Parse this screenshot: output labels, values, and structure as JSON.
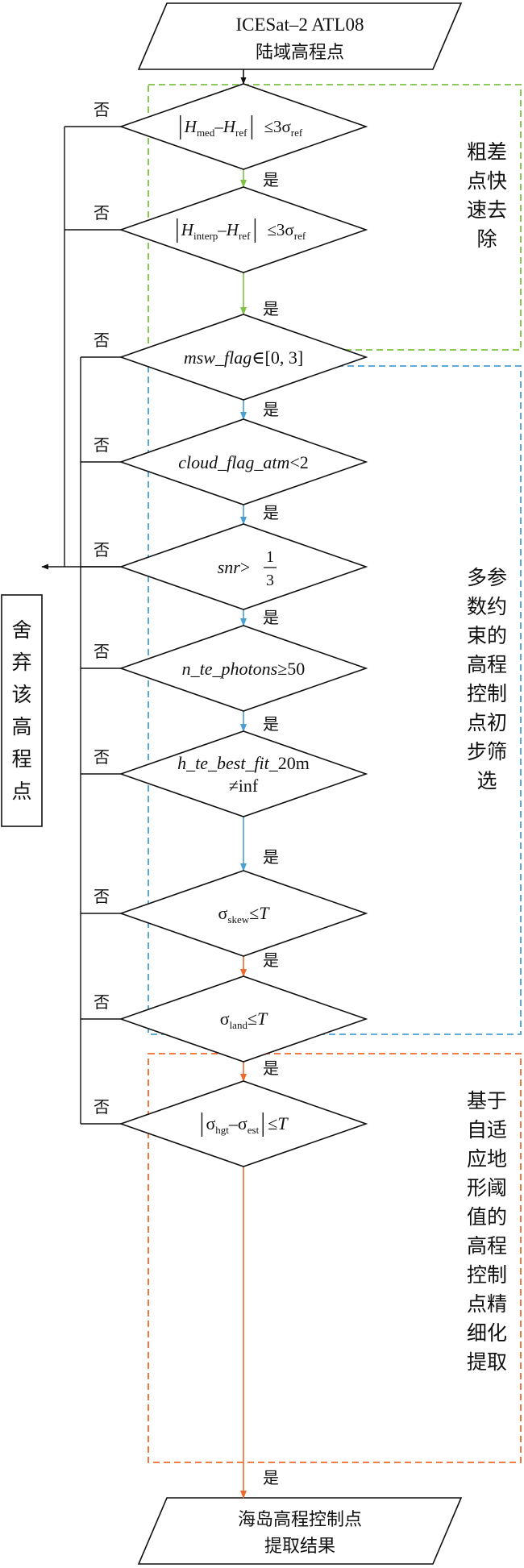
{
  "start": {
    "line1": "ICESat–2 ATL08",
    "line2": "陆域高程点"
  },
  "end": {
    "line1": "海岛高程控制点",
    "line2": "提取结果"
  },
  "discard": {
    "chars": [
      "舍",
      "弃",
      "该",
      "高",
      "程",
      "点"
    ]
  },
  "yes_label": "是",
  "no_label": "否",
  "groups": {
    "coarse": {
      "chars": [
        "粗差",
        "点快",
        "速去",
        "除"
      ],
      "color": "#7dc243"
    },
    "initial": {
      "chars": [
        "多参",
        "数约",
        "束的",
        "高程",
        "控制",
        "点初",
        "步筛",
        "选"
      ],
      "color": "#4a9fd4"
    },
    "refined": {
      "chars": [
        "基于",
        "自适",
        "应地",
        "形阈",
        "值的",
        "高程",
        "控制",
        "点精",
        "细化",
        "提取"
      ],
      "color": "#ee6a2c"
    }
  },
  "decisions": [
    {
      "id": "hmed",
      "main1": "H",
      "sub1": "med",
      "minus": "–",
      "main2": "H",
      "sub2": "ref",
      "rel": "≤3σ",
      "sub3": "ref"
    },
    {
      "id": "hinterp",
      "main1": "H",
      "sub1": "interp",
      "minus": "–",
      "main2": "H",
      "sub2": "ref",
      "rel": "≤3σ",
      "sub3": "ref"
    },
    {
      "id": "msw",
      "var": "msw_flag",
      "rest": "∈[0, 3]"
    },
    {
      "id": "cloud",
      "var": "cloud_flag_atm",
      "rest": "<2"
    },
    {
      "id": "snr",
      "var": "snr",
      "rest": ">",
      "num": "1",
      "den": "3"
    },
    {
      "id": "nte",
      "var": "n_te_photons",
      "rest": "≥50"
    },
    {
      "id": "hte",
      "var": "h_te_best_fit",
      "rest": "_20m",
      "line2": "≠inf"
    },
    {
      "id": "skew",
      "sym": "σ",
      "sub": "skew",
      "rest": "≤",
      "var": "T"
    },
    {
      "id": "land",
      "sym": "σ",
      "sub": "land",
      "rest": "≤",
      "var": "T"
    },
    {
      "id": "hgt",
      "sym1": "σ",
      "sub1": "hgt",
      "minus": "–",
      "sym2": "σ",
      "sub2": "est",
      "rest": "≤",
      "var": "T"
    }
  ]
}
